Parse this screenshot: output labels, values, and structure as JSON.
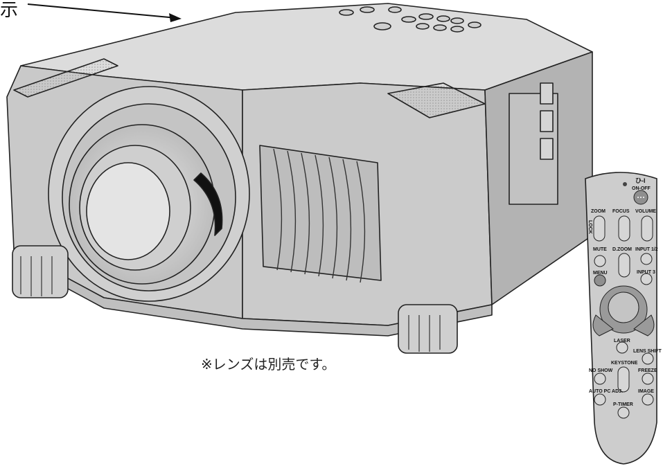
{
  "callout_char": "示",
  "caption": "※レンズは別売です。",
  "remote": {
    "power_symbol": "ひ-I",
    "buttons": {
      "on_off": "ON-OFF",
      "zoom": "ZOOM",
      "focus": "FOCUS",
      "volume": "VOLUME",
      "lock": "LOCK",
      "mute": "MUTE",
      "d_zoom": "D.ZOOM",
      "input_12": "INPUT 1/2",
      "input_3": "INPUT 3",
      "menu": "MENU",
      "laser": "LASER",
      "lens_shift": "LENS SHIFT",
      "no_show": "NO SHOW",
      "keystone": "KEYSTONE",
      "freeze": "FREEZE",
      "auto_pc_adj": "AUTO PC ADJ.",
      "image": "IMAGE",
      "p_timer": "P-TIMER"
    }
  },
  "colors": {
    "body": "#c9c9c9",
    "body_light": "#dcdcdc",
    "body_dark": "#a8a8a8",
    "outline": "#222222"
  }
}
